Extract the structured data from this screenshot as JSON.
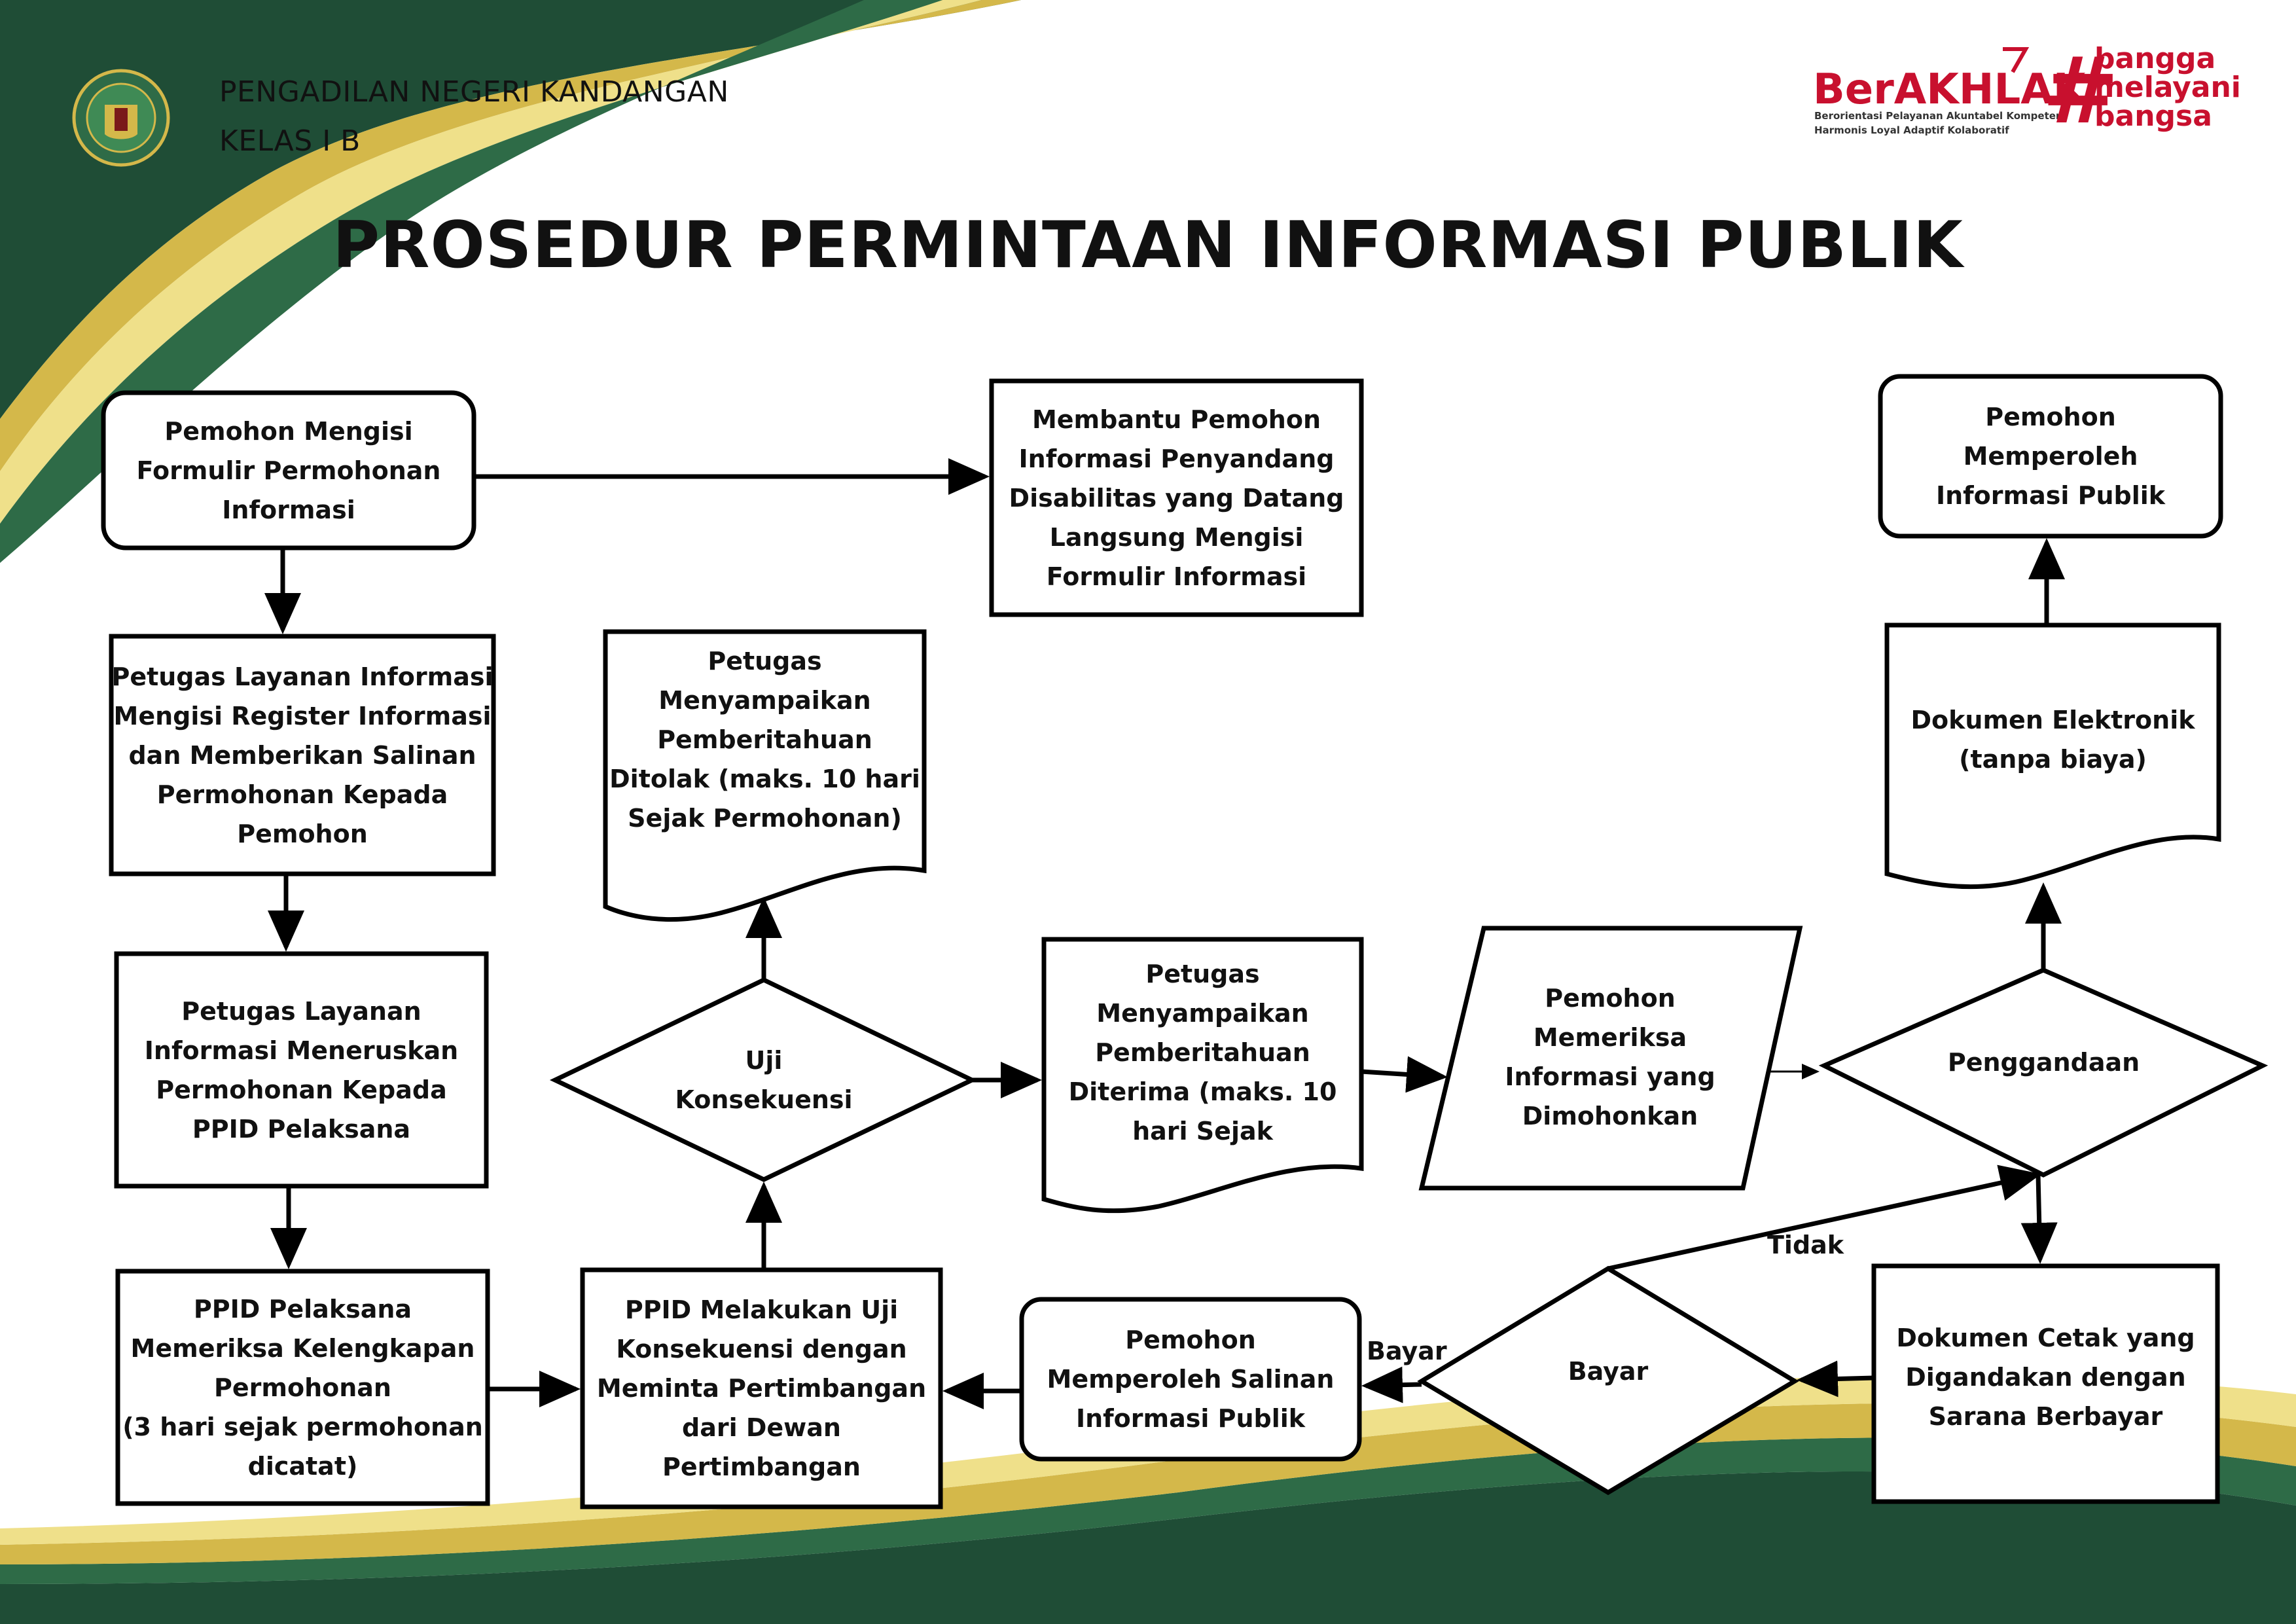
{
  "header": {
    "org_line1": "PENGADILAN NEGERI KANDANGAN",
    "org_line2": "KELAS I B",
    "logo_text": "PENGADILAN NEGERI KANDANGAN",
    "logo_icon": "court-emblem-icon",
    "brand": {
      "berakhlak": "BerAKHLAK",
      "tagline_1": "Berorientasi Pelayanan Akuntabel Kompeten",
      "tagline_2": "Harmonis Loyal Adaptif Kolaboratif",
      "hashtag": "#",
      "bangga": "bangga",
      "melayani": "melayani",
      "bangsa": "bangsa"
    }
  },
  "title": "PROSEDUR PERMINTAAN INFORMASI PUBLIK",
  "colors": {
    "dark_green": "#1f4d36",
    "mid_green": "#2e6b47",
    "gold": "#d4b84a",
    "light_gold": "#efe08a",
    "brand_red": "#c8102e",
    "stroke": "#000000"
  },
  "nodes": {
    "n1": "Pemohon Mengisi\nFormulir Permohonan\nInformasi",
    "n2": "Membantu Pemohon\nInformasi Penyandang\nDisabilitas yang Datang\nLangsung Mengisi\nFormulir Informasi",
    "n3": "Pemohon\nMemperoleh\nInformasi Publik",
    "n4": "Petugas Layanan Informasi\nMengisi Register Informasi\ndan Memberikan Salinan\nPermohonan Kepada\nPemohon",
    "n5": "Petugas\nMenyampaikan\nPemberitahuan\nDitolak (maks. 10 hari\nSejak Permohonan)",
    "n6": "Dokumen Elektronik\n(tanpa biaya)",
    "n7": "Petugas Layanan\nInformasi Meneruskan\nPermohonan Kepada\nPPID Pelaksana",
    "n8": "Uji\nKonsekuensi",
    "n9": "Petugas\nMenyampaikan\nPemberitahuan\nDiterima (maks. 10\nhari Sejak",
    "n10": "Pemohon\nMemeriksa\nInformasi  yang\nDimohonkan",
    "n11": "Penggandaan",
    "n12": "PPID Pelaksana\nMemeriksa Kelengkapan\nPermohonan\n(3 hari sejak permohonan\ndicatat)",
    "n13": "PPID Melakukan Uji\nKonsekuensi dengan\nMeminta Pertimbangan\ndari Dewan\nPertimbangan",
    "n14": "Pemohon\nMemperoleh Salinan\nInformasi Publik",
    "n15": "Bayar",
    "n16": "Dokumen Cetak yang\nDigandakan dengan\nSarana Berbayar"
  },
  "edge_labels": {
    "tidak": "Tidak",
    "bayar": "Bayar"
  }
}
